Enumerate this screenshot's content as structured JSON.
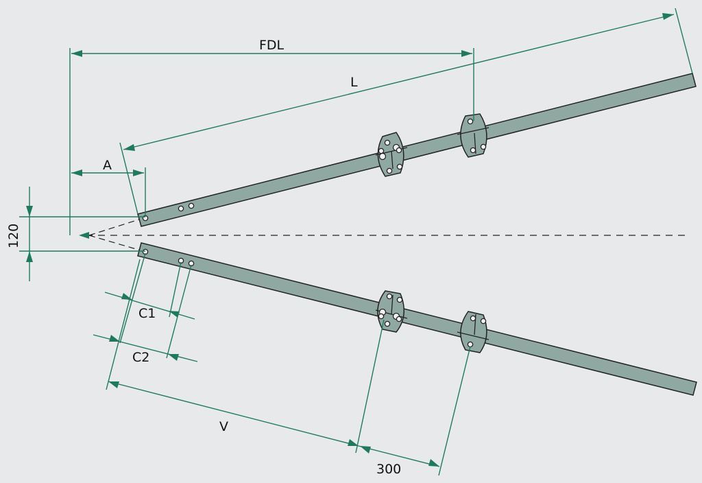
{
  "labels": {
    "fdl": "FDL",
    "l": "L",
    "a": "A",
    "height": "120",
    "c1": "C1",
    "c2": "C2",
    "v": "V",
    "spacing": "300"
  },
  "colors": {
    "background": "#e8e9ea",
    "dimension": "#1e7a5e",
    "bar_fill": "#8fa9a2",
    "outline": "#222222"
  }
}
